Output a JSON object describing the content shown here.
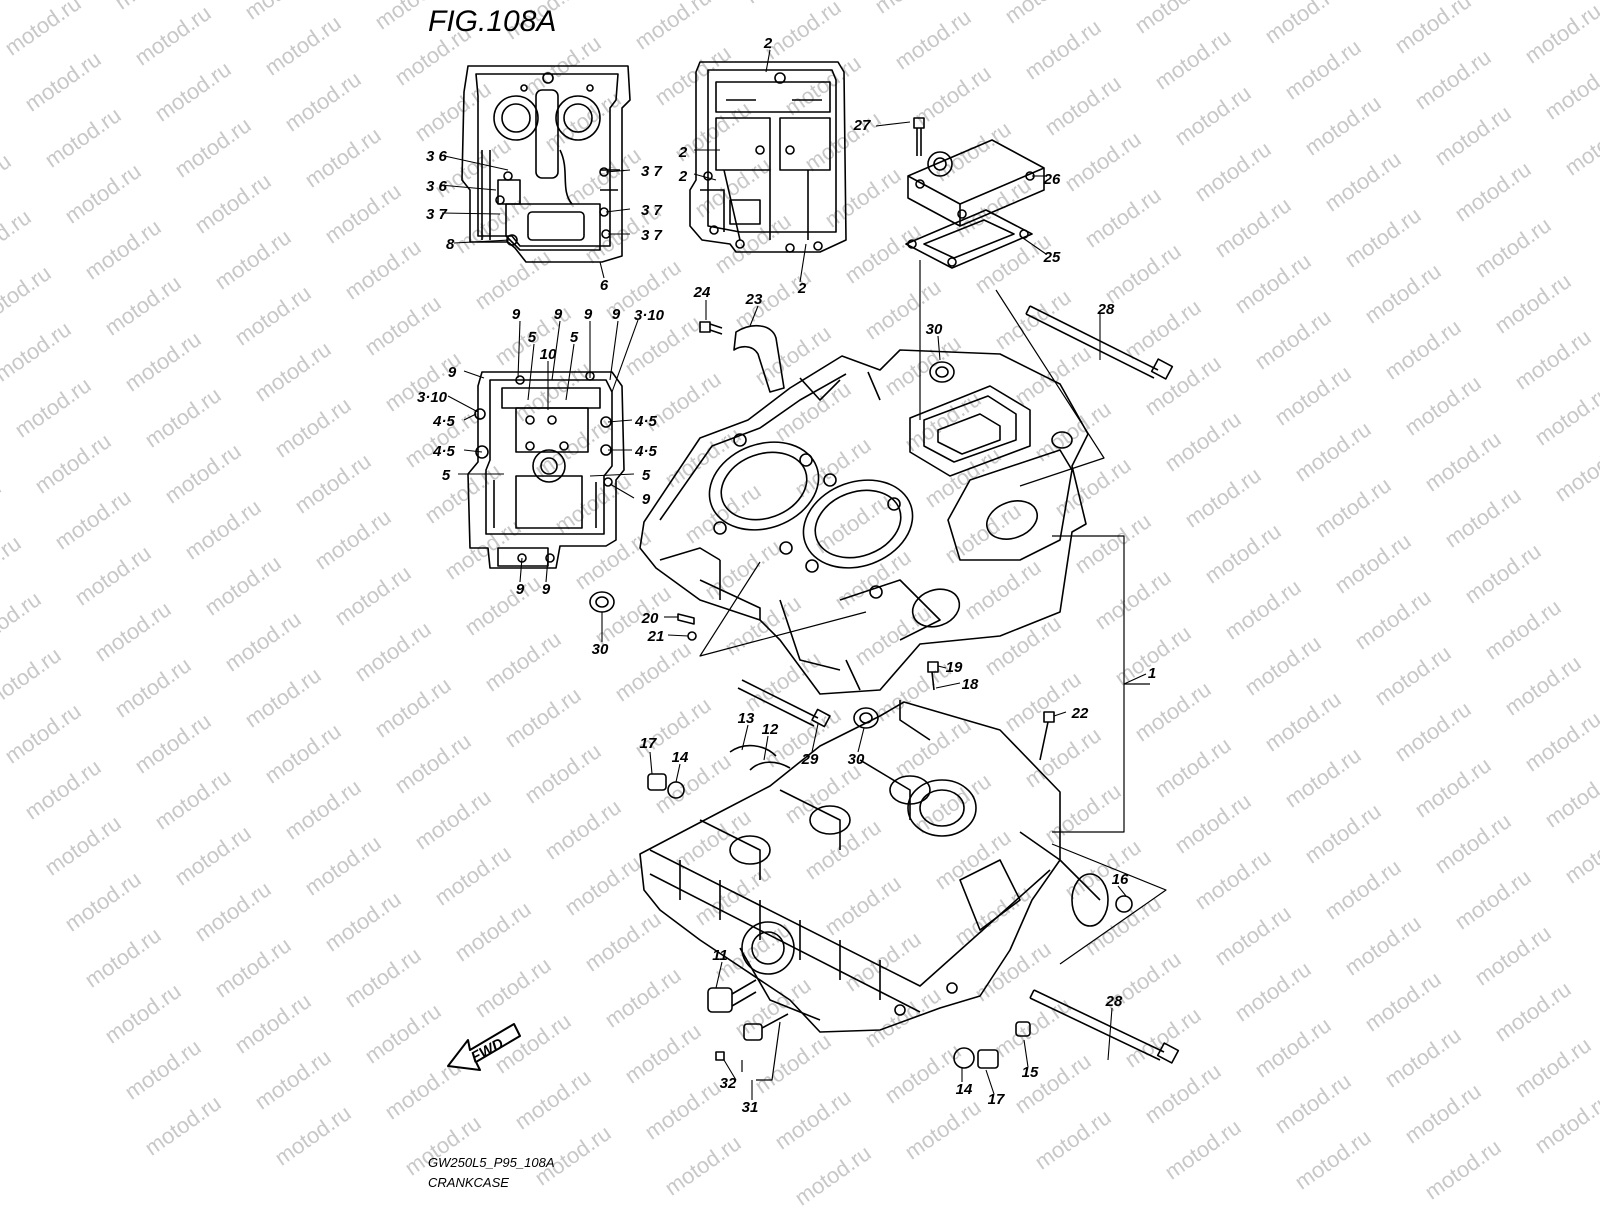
{
  "figure": {
    "title": "FIG.108A",
    "code": "GW250L5_P95_108A",
    "name": "CRANKCASE",
    "fwd_label": "FWD"
  },
  "watermark": {
    "text": "motod.ru"
  },
  "callouts": [
    {
      "id": "c01",
      "label": "2"
    },
    {
      "id": "c02",
      "label": "2"
    },
    {
      "id": "c03",
      "label": "2"
    },
    {
      "id": "c04",
      "label": "2"
    },
    {
      "id": "c05",
      "label": "3 6"
    },
    {
      "id": "c06",
      "label": "3 6"
    },
    {
      "id": "c07",
      "label": "3 7"
    },
    {
      "id": "c08",
      "label": "8"
    },
    {
      "id": "c09",
      "label": "6"
    },
    {
      "id": "c10",
      "label": "3 7"
    },
    {
      "id": "c11",
      "label": "3 7"
    },
    {
      "id": "c12",
      "label": "3 7"
    },
    {
      "id": "c13",
      "label": "27"
    },
    {
      "id": "c14",
      "label": "26"
    },
    {
      "id": "c15",
      "label": "25"
    },
    {
      "id": "c16",
      "label": "28"
    },
    {
      "id": "c17",
      "label": "24"
    },
    {
      "id": "c18",
      "label": "23"
    },
    {
      "id": "c19",
      "label": "30"
    },
    {
      "id": "c20",
      "label": "9"
    },
    {
      "id": "c21",
      "label": "9"
    },
    {
      "id": "c22",
      "label": "9"
    },
    {
      "id": "c23",
      "label": "9"
    },
    {
      "id": "c24",
      "label": "3·10"
    },
    {
      "id": "c25",
      "label": "5"
    },
    {
      "id": "c26",
      "label": "10"
    },
    {
      "id": "c27",
      "label": "5"
    },
    {
      "id": "c28",
      "label": "9"
    },
    {
      "id": "c29",
      "label": "3·10"
    },
    {
      "id": "c30",
      "label": "4·5"
    },
    {
      "id": "c31",
      "label": "4·5"
    },
    {
      "id": "c32",
      "label": "4·5"
    },
    {
      "id": "c33",
      "label": "4·5"
    },
    {
      "id": "c34",
      "label": "5"
    },
    {
      "id": "c35",
      "label": "5"
    },
    {
      "id": "c36",
      "label": "9"
    },
    {
      "id": "c37",
      "label": "9"
    },
    {
      "id": "c38",
      "label": "9"
    },
    {
      "id": "c39",
      "label": "30"
    },
    {
      "id": "c40",
      "label": "20"
    },
    {
      "id": "c41",
      "label": "21"
    },
    {
      "id": "c42",
      "label": "19"
    },
    {
      "id": "c43",
      "label": "18"
    },
    {
      "id": "c44",
      "label": "1"
    },
    {
      "id": "c45",
      "label": "22"
    },
    {
      "id": "c46",
      "label": "13"
    },
    {
      "id": "c47",
      "label": "12"
    },
    {
      "id": "c48",
      "label": "29"
    },
    {
      "id": "c49",
      "label": "30"
    },
    {
      "id": "c50",
      "label": "17"
    },
    {
      "id": "c51",
      "label": "14"
    },
    {
      "id": "c52",
      "label": "16"
    },
    {
      "id": "c53",
      "label": "11"
    },
    {
      "id": "c54",
      "label": "28"
    },
    {
      "id": "c55",
      "label": "14"
    },
    {
      "id": "c56",
      "label": "17"
    },
    {
      "id": "c57",
      "label": "15"
    },
    {
      "id": "c58",
      "label": "32"
    },
    {
      "id": "c59",
      "label": "31"
    }
  ]
}
